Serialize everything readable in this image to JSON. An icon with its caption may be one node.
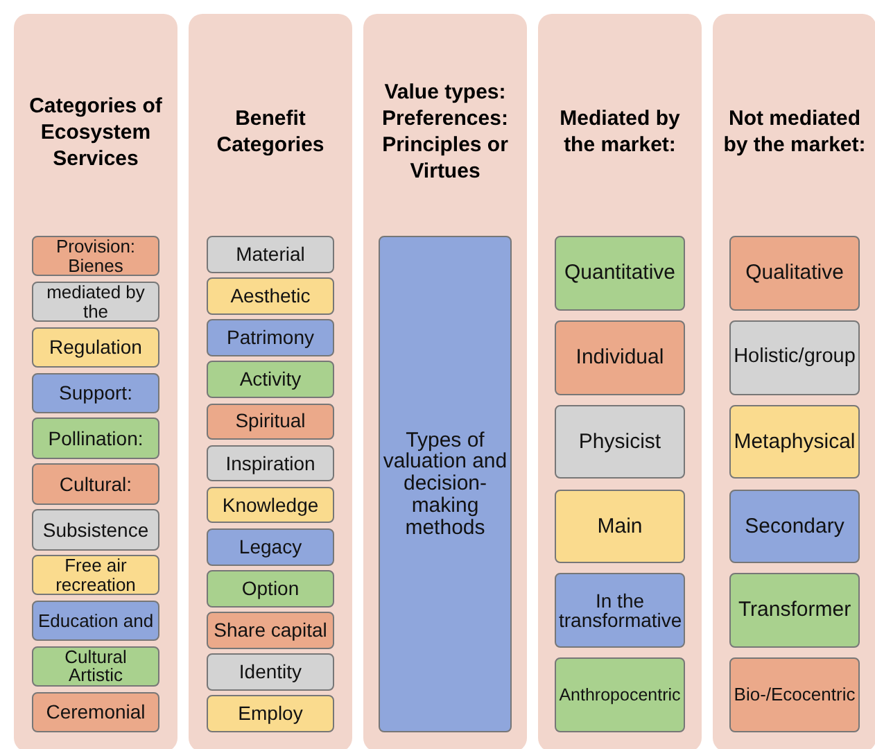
{
  "diagram": {
    "nodes": [
      {
        "text": [
          "Categories of Ecosystem Services"
        ]
      },
      {
        "text": [
          "Provision: Bienes"
        ],
        "in": 0
      },
      {
        "text": [
          "mediated by the"
        ],
        "in": 0
      },
      {
        "text": [
          "Regulation"
        ],
        "in": 0
      },
      {
        "text": [
          "Support:"
        ],
        "in": 0
      },
      {
        "text": [
          "Pollination:"
        ],
        "in": 0
      },
      {
        "text": [
          "Cultural:"
        ],
        "in": 0
      },
      {
        "text": [
          "Subsistence"
        ],
        "in": 0
      },
      {
        "text": [
          "Free air recreation"
        ],
        "in": 0
      },
      {
        "text": [
          "Education and"
        ],
        "in": 0
      },
      {
        "text": [
          "Cultural Artistic"
        ],
        "in": 0
      },
      {
        "text": [
          "Ceremonial"
        ],
        "in": 0
      },
      {
        "text": [
          "Benefit Categories"
        ]
      },
      {
        "text": [
          "Material"
        ],
        "in": 12
      },
      {
        "text": [
          "Aesthetic"
        ],
        "in": 12
      },
      {
        "text": [
          "Patrimony"
        ],
        "in": 12
      },
      {
        "text": [
          "Activity"
        ],
        "in": 12
      },
      {
        "text": [
          "Spiritual"
        ],
        "in": 12
      },
      {
        "text": [
          "Inspiration"
        ],
        "in": 12
      },
      {
        "text": [
          "Knowledge"
        ],
        "in": 12
      },
      {
        "text": [
          "Legacy"
        ],
        "in": 12
      },
      {
        "text": [
          "Option"
        ],
        "in": 12
      },
      {
        "text": [
          "Share capital"
        ],
        "in": 12
      },
      {
        "text": [
          "Identity"
        ],
        "in": 12
      },
      {
        "text": [
          "Employ"
        ],
        "in": 12
      },
      {
        "text": [
          "Value types: Preferences: Principles or Virtues"
        ]
      },
      {
        "text": [
          "Types of valuation and decision-making methods"
        ],
        "in": 25
      },
      {
        "text": [
          "Mediated by the market:"
        ]
      },
      {
        "text": [
          "Quantitative"
        ],
        "in": 27
      },
      {
        "text": [
          "Individual"
        ],
        "in": 27
      },
      {
        "text": [
          "Physicist"
        ],
        "in": 27
      },
      {
        "text": [
          "Main"
        ],
        "in": 27
      },
      {
        "text": [
          "In the transformative"
        ],
        "in": 27
      },
      {
        "text": [
          "Anthropocentric"
        ],
        "in": 27
      },
      {
        "text": [
          "Not mediated by the market:"
        ]
      },
      {
        "text": [
          "Qualitative"
        ],
        "in": 34
      },
      {
        "text": [
          "Holistic/group"
        ],
        "in": 34
      },
      {
        "text": [
          "Metaphysical"
        ],
        "in": 34
      },
      {
        "text": [
          "Secondary"
        ],
        "in": 34
      },
      {
        "text": [
          "Transformer"
        ],
        "in": 34
      },
      {
        "text": [
          "Bio-/Ecocentric"
        ],
        "in": 34
      }
    ],
    "edges": []
  }
}
